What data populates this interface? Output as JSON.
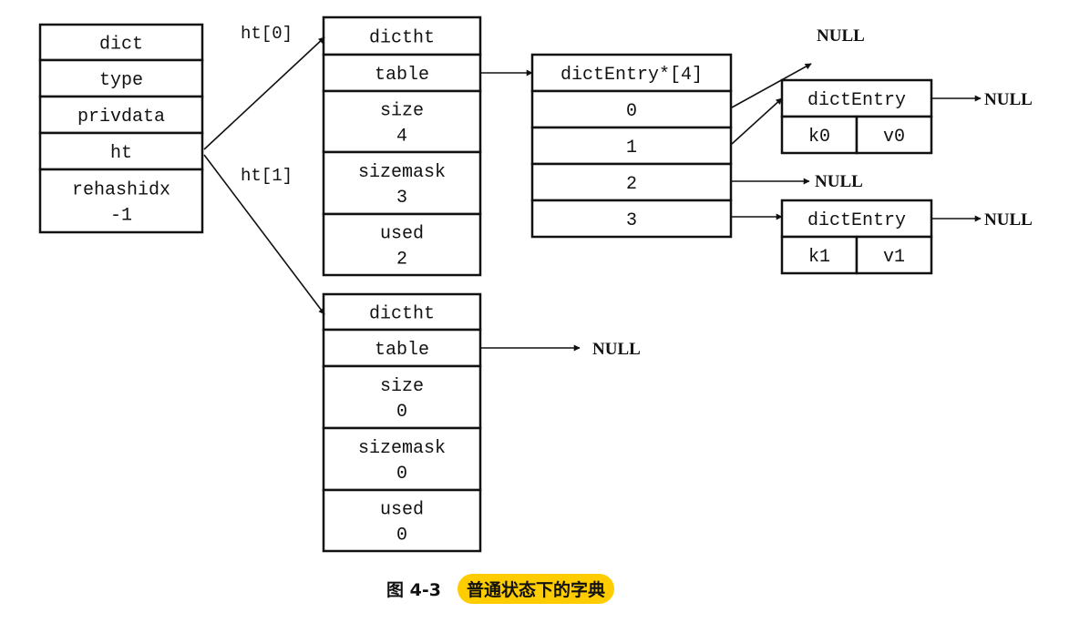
{
  "dict": {
    "rows": [
      {
        "lines": [
          "dict"
        ]
      },
      {
        "lines": [
          "type"
        ]
      },
      {
        "lines": [
          "privdata"
        ]
      },
      {
        "lines": [
          "ht"
        ]
      },
      {
        "lines": [
          "rehashidx",
          "-1"
        ]
      }
    ]
  },
  "pointer_labels": {
    "ht0": "ht[0]",
    "ht1": "ht[1]"
  },
  "dictht0": {
    "rows": [
      {
        "lines": [
          "dictht"
        ]
      },
      {
        "lines": [
          "table"
        ]
      },
      {
        "lines": [
          "size",
          "4"
        ]
      },
      {
        "lines": [
          "sizemask",
          "3"
        ]
      },
      {
        "lines": [
          "used",
          "2"
        ]
      }
    ]
  },
  "dictht1": {
    "rows": [
      {
        "lines": [
          "dictht"
        ]
      },
      {
        "lines": [
          "table"
        ]
      },
      {
        "lines": [
          "size",
          "0"
        ]
      },
      {
        "lines": [
          "sizemask",
          "0"
        ]
      },
      {
        "lines": [
          "used",
          "0"
        ]
      }
    ]
  },
  "table_array": {
    "rows": [
      {
        "lines": [
          "dictEntry*[4]"
        ]
      },
      {
        "lines": [
          "0"
        ]
      },
      {
        "lines": [
          "1"
        ]
      },
      {
        "lines": [
          "2"
        ]
      },
      {
        "lines": [
          "3"
        ]
      }
    ]
  },
  "entries": [
    {
      "header": "dictEntry",
      "key": "k0",
      "value": "v0",
      "next": "NULL"
    },
    {
      "header": "dictEntry",
      "key": "k1",
      "value": "v1",
      "next": "NULL"
    }
  ],
  "null_label": "NULL",
  "caption": {
    "number": "图 4-3",
    "title": "普通状态下的字典",
    "highlight_color": "#ffcc00"
  }
}
